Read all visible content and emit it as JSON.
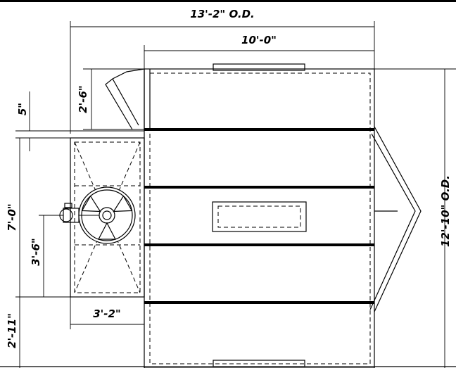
{
  "dimensions": {
    "overall_width": "13'-2\" O.D.",
    "inner_width": "10'-0\"",
    "door_offset": "2'-6\"",
    "small_offset": "5\"",
    "unit_height": "7'-0\"",
    "unit_center": "3'-6\"",
    "unit_width": "3'-2\"",
    "bottom_offset": "2'-11\"",
    "overall_height": "12'-10\" O.D."
  }
}
